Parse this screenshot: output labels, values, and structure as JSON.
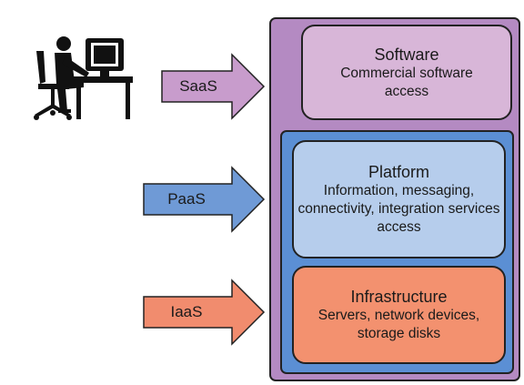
{
  "layers": [
    {
      "id": "saas",
      "arrow_label": "SaaS",
      "title": "Software",
      "description": "Commercial software access",
      "color": "#d8b6d8",
      "arrow_color": "#c89ccc"
    },
    {
      "id": "paas",
      "arrow_label": "PaaS",
      "title": "Platform",
      "description": "Information, messaging, connectivity, integration services access",
      "color": "#b6cdec",
      "arrow_color": "#6f9ad6"
    },
    {
      "id": "iaas",
      "arrow_label": "IaaS",
      "title": "Infrastructure",
      "description": "Servers, network devices, storage disks",
      "color": "#f3916f",
      "arrow_color": "#f18c6e"
    }
  ],
  "colors": {
    "outer_stack": "#b48ac2",
    "inner_stack": "#5b8fd4",
    "outline": "#222222"
  },
  "icons": [
    "person-at-computer-icon"
  ]
}
